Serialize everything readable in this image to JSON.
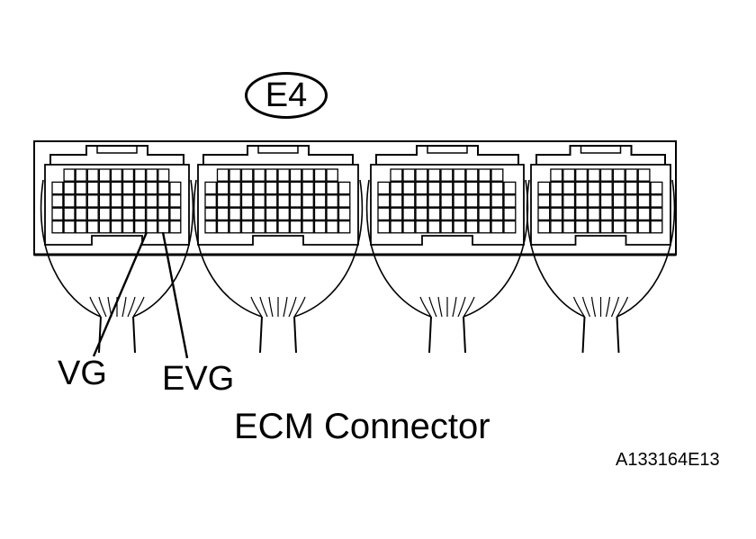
{
  "connector_id": "E4",
  "pins": {
    "vg": "VG",
    "evg": "EVG"
  },
  "title": "ECM Connector",
  "ref_code": "A133164E13",
  "colors": {
    "ink": "#000000",
    "background": "#ffffff"
  }
}
